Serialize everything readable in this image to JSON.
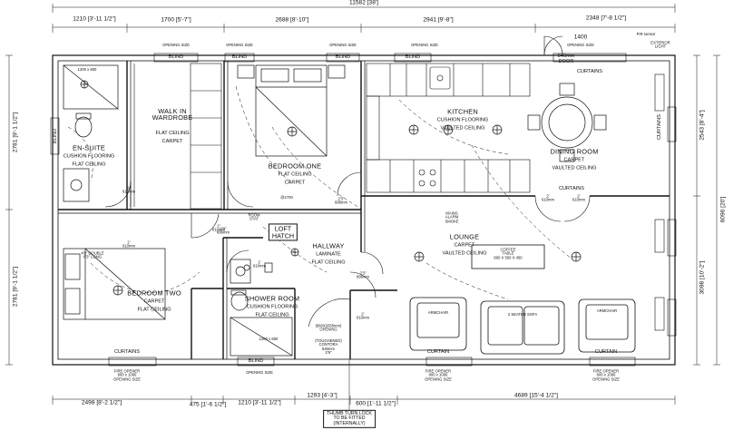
{
  "dimensions": {
    "overall_top": "11582 [38']",
    "top": [
      "1210 [3'-11 1/2\"]",
      "1700 [5'-7\"]",
      "2688 [8'-10\"]",
      "2941 [9'-8\"]",
      "2348 [7'-8 1/2\"]"
    ],
    "top_door": "1400",
    "bottom": [
      "2498 [8'-2 1/2\"]",
      "475 [1'-6 1/2\"]",
      "1210 [3'-11 1/2\"]",
      "1293 [4'-3\"]",
      "600 [1'-11 1/2\"]",
      "4689 [15'-4 1/2\"]"
    ],
    "left": [
      "2781 [9'-1 1/2\"]",
      "2781 [9'-1 1/2\"]"
    ],
    "right_overall": "6096 [20']",
    "right": [
      "2543 [8'-4\"]",
      "3098 [10'-2\"]"
    ]
  },
  "rooms": {
    "ensuite": {
      "name": "EN-SUITE",
      "finish": "CUSHION FLOORING\nFLAT CEILING"
    },
    "walkin": {
      "name": "WALK IN\nWARDROBE",
      "finish": "FLAT CEILING\nCARPET"
    },
    "bedroom_one": {
      "name": "BEDROOM ONE",
      "finish": "FLAT CEILING\nCARPET"
    },
    "kitchen": {
      "name": "KITCHEN",
      "finish": "CUSHION FLOORING\nVAULTED CEILING"
    },
    "dining": {
      "name": "DINING ROOM",
      "finish": "CARPET\nVAULTED CEILING"
    },
    "bedroom_two": {
      "name": "BEDROOM TWO",
      "finish": "CARPET\nFLAT CEILING"
    },
    "hallway": {
      "name": "HALLWAY",
      "finish": "LAMINATE\nFLAT CEILING"
    },
    "loft": {
      "name": "LOFT\nHATCH"
    },
    "shower": {
      "name": "SHOWER ROOM",
      "finish": "CUSHION FLOORING\nFLAT CEILING"
    },
    "lounge": {
      "name": "LOUNGE",
      "finish": "CARPET\nVAULTED CEILING"
    }
  },
  "labels": {
    "blind": "BLIND",
    "curtains": "CURTAINS",
    "curtain": "CURTAIN",
    "door": "840mm\nDOOR",
    "pir": "PIR sensor",
    "ext_light": "EXTERIOR\nLIGHT",
    "coffee_table": "COFFEE\nTABLE\n800 X 500 X 450",
    "armchair": "ARMCHAIR",
    "sofa": "2 SEATER SOFA",
    "room_stat": "ROOM\nSTAT",
    "alarm": "MAINS\nALARM\nSMOKE",
    "door_widths": [
      "610mm",
      "610mm",
      "610mm",
      "686mm",
      "686mm",
      "610mm",
      "686mm",
      "610mm",
      "610mm",
      "610mm"
    ],
    "door_ins": [
      "2'",
      "2'",
      "2'",
      "2'3\"",
      "2'3\"",
      "2'",
      "2'3\"",
      "2'",
      "2'",
      "2'"
    ],
    "entrance": "(TOUGHENED)\nCONTORA\n840mm\n2'9\"",
    "entrance_opening": "(660X2055mm)\nOPENING",
    "thumb_lock": "THUMB TURN LOCK\nTO BE FITTED\n(INTERNALLY)",
    "fire_opener": "FIRE OPENER\n600 x 1060\nOPENING SIZE",
    "opening_size": "OPENING SIZE",
    "bed_size": "4'6\" DOUBLE\n6'3\" LONG",
    "shower_tray": "1200 x 800",
    "ensuite_tray": "1200 x 800",
    "lintel_1700": "@1700"
  }
}
